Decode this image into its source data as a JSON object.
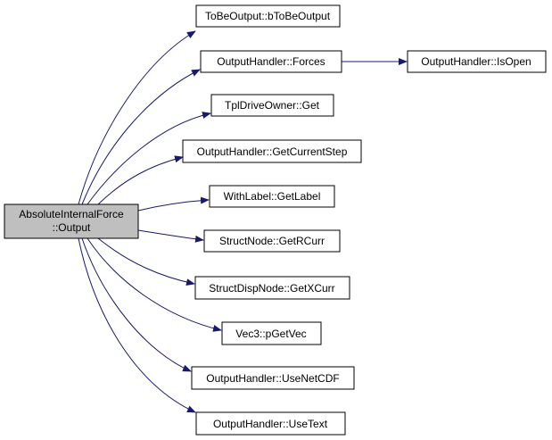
{
  "graph": {
    "colors": {
      "edge": "#191970",
      "root_fill": "#bfbfbf",
      "node_fill": "#ffffff",
      "border": "#000000"
    },
    "root": {
      "line1": "AbsoluteInternalForce",
      "line2": "::Output"
    },
    "nodes": [
      {
        "label": "ToBeOutput::bToBeOutput"
      },
      {
        "label": "OutputHandler::Forces"
      },
      {
        "label": "TplDriveOwner::Get"
      },
      {
        "label": "OutputHandler::GetCurrentStep"
      },
      {
        "label": "WithLabel::GetLabel"
      },
      {
        "label": "StructNode::GetRCurr"
      },
      {
        "label": "StructDispNode::GetXCurr"
      },
      {
        "label": "Vec3::pGetVec"
      },
      {
        "label": "OutputHandler::UseNetCDF"
      },
      {
        "label": "OutputHandler::UseText"
      },
      {
        "label": "OutputHandler::IsOpen"
      }
    ]
  }
}
